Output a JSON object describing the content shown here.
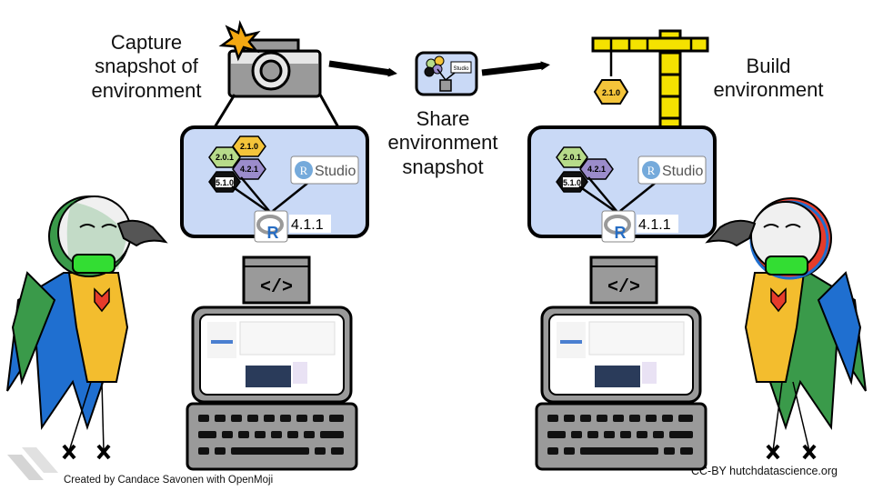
{
  "left": {
    "caption": [
      "Capture",
      "snapshot of",
      "environment"
    ],
    "packages": [
      "2.1.0",
      "2.0.1",
      "4.2.1",
      "5.1.0"
    ],
    "rstudio_r": "R",
    "rstudio_text": "Studio",
    "r_logo": "R",
    "r_version": "4.1.1",
    "code_symbol": "</>"
  },
  "middle": {
    "caption": [
      "Share",
      "environment",
      "snapshot"
    ],
    "rstudio_mini": "Studio"
  },
  "right": {
    "caption": [
      "Build",
      "environment"
    ],
    "crane_package": "2.1.0",
    "packages": [
      "2.0.1",
      "4.2.1",
      "5.1.0"
    ],
    "rstudio_r": "R",
    "rstudio_text": "Studio",
    "r_logo": "R",
    "r_version": "4.1.1",
    "code_symbol": "</>"
  },
  "footer": {
    "credit": "Created by Candace Savonen with OpenMoji",
    "license": "CC-BY  hutchdatascience.org"
  },
  "colors": {
    "panel_fill": "#c9d9f6",
    "hex_green": "#b7db8a",
    "hex_yellow": "#f4c43a",
    "hex_purple": "#9b8ccb",
    "crane_yellow": "#f4e200",
    "camera_gray": "#9a9a9a",
    "parrot_green": "#3a9a4a",
    "parrot_yellow": "#f3bd2e",
    "parrot_blue": "#1f6fd0"
  }
}
